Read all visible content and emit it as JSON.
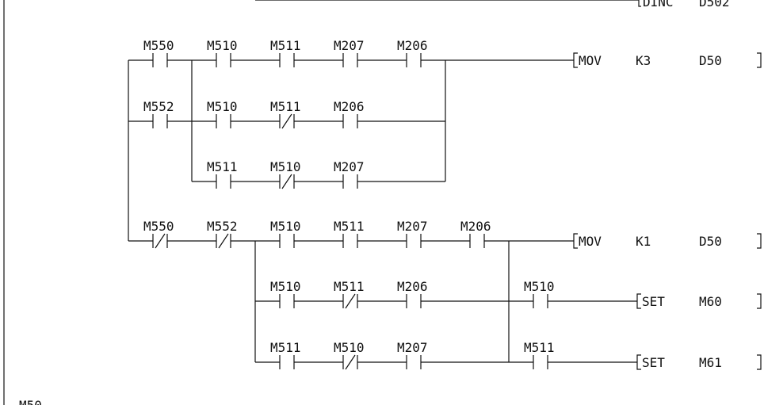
{
  "diagram": {
    "title": "",
    "top_instruction": {
      "op": "DINC",
      "operand2": "D502"
    },
    "bottom_label": "M50",
    "rungs": [
      {
        "id": "mov-k3",
        "branches": [
          {
            "contacts": [
              {
                "label": "M550",
                "type": "no"
              },
              {
                "label": "M510",
                "type": "no"
              },
              {
                "label": "M511",
                "type": "no"
              },
              {
                "label": "M207",
                "type": "no"
              },
              {
                "label": "M206",
                "type": "no"
              }
            ]
          },
          {
            "contacts": [
              {
                "label": "M552",
                "type": "no"
              },
              {
                "label": "M510",
                "type": "no"
              },
              {
                "label": "M511",
                "type": "nc"
              },
              {
                "label": "M206",
                "type": "no"
              }
            ]
          },
          {
            "contacts": [
              {
                "label": "M511",
                "type": "no"
              },
              {
                "label": "M510",
                "type": "nc"
              },
              {
                "label": "M207",
                "type": "no"
              }
            ]
          }
        ],
        "instruction": {
          "op": "MOV",
          "operand1": "K3",
          "operand2": "D50"
        }
      },
      {
        "id": "mov-k1",
        "main": {
          "contacts": [
            {
              "label": "M550",
              "type": "nc"
            },
            {
              "label": "M552",
              "type": "nc"
            },
            {
              "label": "M510",
              "type": "no"
            },
            {
              "label": "M511",
              "type": "no"
            },
            {
              "label": "M207",
              "type": "no"
            },
            {
              "label": "M206",
              "type": "no"
            }
          ]
        },
        "instruction": {
          "op": "MOV",
          "operand1": "K1",
          "operand2": "D50"
        },
        "sub_branches": [
          {
            "contacts": [
              {
                "label": "M510",
                "type": "no"
              },
              {
                "label": "M511",
                "type": "nc"
              },
              {
                "label": "M206",
                "type": "no"
              }
            ]
          },
          {
            "contacts": [
              {
                "label": "M511",
                "type": "no"
              },
              {
                "label": "M510",
                "type": "nc"
              },
              {
                "label": "M207",
                "type": "no"
              }
            ]
          }
        ],
        "outputs": [
          {
            "contact": {
              "label": "M510",
              "type": "no"
            },
            "instruction": {
              "op": "SET",
              "operand2": "M60"
            }
          },
          {
            "contact": {
              "label": "M511",
              "type": "no"
            },
            "instruction": {
              "op": "SET",
              "operand2": "M61"
            }
          }
        ]
      }
    ]
  }
}
